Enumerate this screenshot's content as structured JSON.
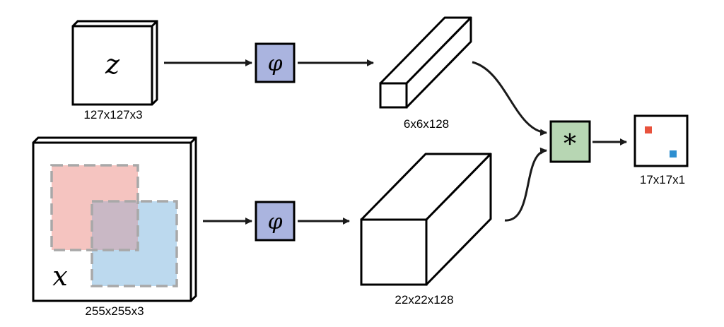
{
  "labels": {
    "z": "z",
    "x": "x",
    "phi_top": "φ",
    "phi_bottom": "φ",
    "correlation": "*"
  },
  "dimensions": {
    "exemplar": "127x127x3",
    "search": "255x255x3",
    "exemplar_features": "6x6x128",
    "search_features": "22x22x128",
    "score_map": "17x17x1"
  },
  "colors": {
    "phi_fill": "#aab4df",
    "correlation_fill": "#b7d6b3",
    "red_region": "#f5c4c0",
    "blue_region": "#bcd9ee",
    "overlap_region": "#c9b8c5",
    "red_marker": "#e8523d",
    "blue_marker": "#2e8fd0"
  }
}
